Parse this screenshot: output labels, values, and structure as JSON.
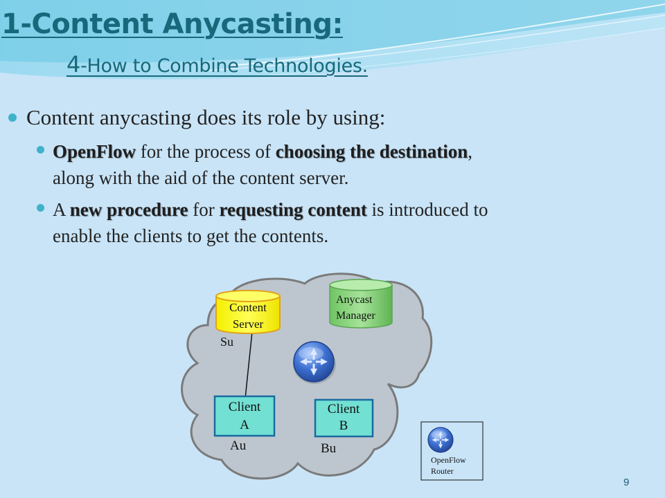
{
  "slide": {
    "title": "1-Content Anycasting:",
    "subtitle_number": "4",
    "subtitle_text": "-How to Combine Technologies.",
    "page_number": "9"
  },
  "bullets": {
    "main": "Content anycasting does its role by using:",
    "sub1": {
      "bold1": "OpenFlow",
      "text1": " for the process of ",
      "bold2": "choosing the destination",
      "text2": ",",
      "line2": "along with the aid of the content server."
    },
    "sub2": {
      "text0": "A ",
      "bold1": "new procedure",
      "text1": " for ",
      "bold2": "requesting content",
      "text2": " is introduced to",
      "line2": "enable the clients to get the contents."
    }
  },
  "diagram": {
    "content_server": [
      "Content",
      "Server"
    ],
    "anycast_manager": [
      "Anycast",
      "Manager"
    ],
    "client_a": [
      "Client",
      "A"
    ],
    "client_b": [
      "Client",
      "B"
    ],
    "label_su": "Su",
    "label_au": "Au",
    "label_bu": "Bu",
    "legend": [
      "OpenFlow",
      "Router"
    ]
  },
  "colors": {
    "background": "#c9e4f7",
    "title": "#17687a",
    "bullet": "#3fb2ca",
    "cloud": "#bdc6cf",
    "content_server": "#ffff00",
    "anycast_manager": "#86cf7a",
    "client_box": "#72e0d3",
    "router": "#2f5fb5"
  },
  "icons": [
    "openflow-router-icon",
    "anycast-manager-cylinder",
    "content-server-cylinder"
  ]
}
